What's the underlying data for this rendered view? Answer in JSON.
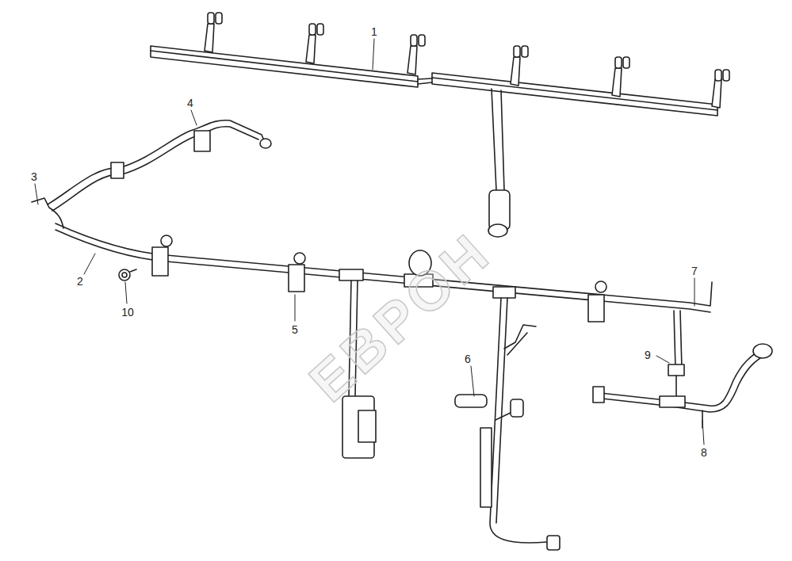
{
  "diagram": {
    "labels": [
      "1",
      "2",
      "3",
      "4",
      "5",
      "6",
      "7",
      "8",
      "9",
      "10",
      "ЕВРОН"
    ]
  }
}
